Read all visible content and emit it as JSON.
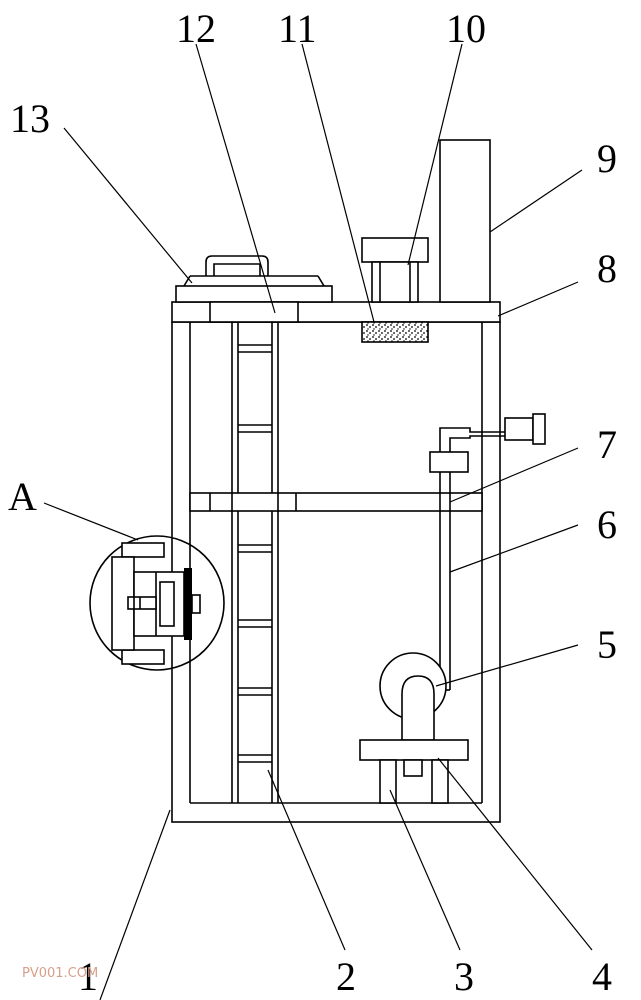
{
  "labels": {
    "l1": "1",
    "l2": "2",
    "l3": "3",
    "l4": "4",
    "l5": "5",
    "l6": "6",
    "l7": "7",
    "l8": "8",
    "l9": "9",
    "l10": "10",
    "l11": "11",
    "l12": "12",
    "l13": "13",
    "lA": "A"
  },
  "watermark": "PV001.COM"
}
